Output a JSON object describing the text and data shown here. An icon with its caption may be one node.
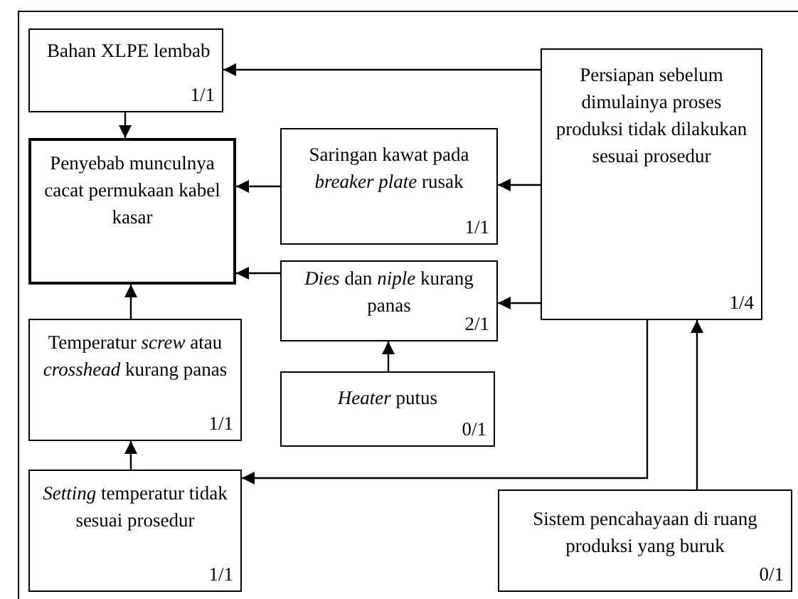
{
  "diagram": {
    "nodes": [
      {
        "text": [
          "Bahan XLPE lembab",
          "1/1"
        ]
      },
      {
        "text": [
          "Penyebab munculnya cacat permukaan kabel kasar"
        ]
      },
      {
        "text": [
          "Saringan kawat pada *breaker plate* rusak",
          "1/1"
        ]
      },
      {
        "text": [
          "*Dies* dan *niple* kurang panas",
          "2/1"
        ]
      },
      {
        "text": [
          "*Heater* putus",
          "0/1"
        ]
      },
      {
        "text": [
          "Persiapan sebelum dimulainya proses produksi tidak dilakukan sesuai prosedur",
          "1/4"
        ]
      },
      {
        "text": [
          "Temperatur *screw* atau *crosshead* kurang panas",
          "1/1"
        ]
      },
      {
        "text": [
          "*Setting* temperatur tidak sesuai prosedur",
          "1/1"
        ]
      },
      {
        "text": [
          "Sistem pencahayaan di ruang produksi yang buruk",
          "0/1"
        ]
      }
    ],
    "edges": [
      {
        "from": 5,
        "to": 0,
        "arrow": "to"
      },
      {
        "from": 0,
        "to": 1,
        "arrow": "to"
      },
      {
        "from": 2,
        "to": 1,
        "arrow": "to"
      },
      {
        "from": 3,
        "to": 1,
        "arrow": "to"
      },
      {
        "from": 5,
        "to": 2,
        "arrow": "to"
      },
      {
        "from": 5,
        "to": 3,
        "arrow": "to"
      },
      {
        "from": 4,
        "to": 3,
        "arrow": "to"
      },
      {
        "from": 6,
        "to": 1,
        "arrow": "to"
      },
      {
        "from": 7,
        "to": 6,
        "arrow": "to"
      },
      {
        "from": 5,
        "to": 7,
        "arrow": "to"
      },
      {
        "from": 8,
        "to": 5,
        "arrow": "to"
      }
    ]
  }
}
